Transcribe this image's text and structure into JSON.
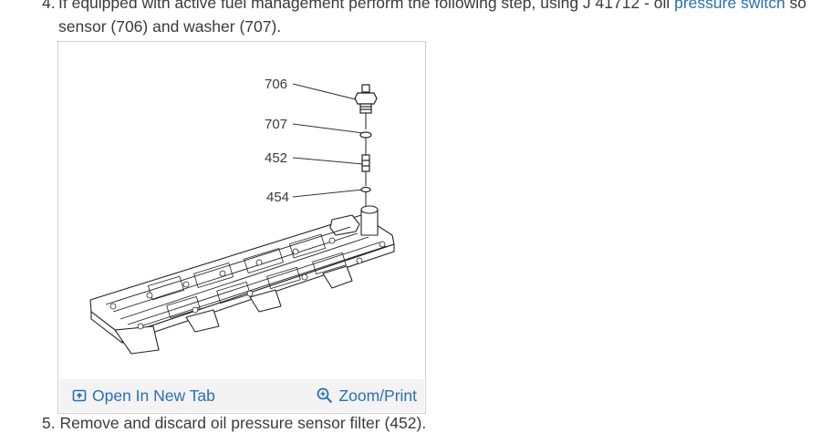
{
  "step4": {
    "number": "4.",
    "text_before_link": "If equipped with active fuel management perform the following step, using J 41712 - oil ",
    "link_text": "pressure switch",
    "text_after_link": " so",
    "line2": "sensor (706) and washer (707)."
  },
  "figure": {
    "callouts": [
      "706",
      "707",
      "452",
      "454"
    ],
    "open_tab_label": "Open In New Tab",
    "zoom_label": "Zoom/Print",
    "icons": [
      "open-in-new-tab-icon",
      "zoom-magnifier-icon"
    ]
  },
  "step5": {
    "number": "5.",
    "text": "Remove and discard oil pressure sensor filter (452)."
  },
  "colors": {
    "link": "#2a6fb5",
    "text": "#3a3a3a",
    "toolbar": "#f3f3f3"
  }
}
